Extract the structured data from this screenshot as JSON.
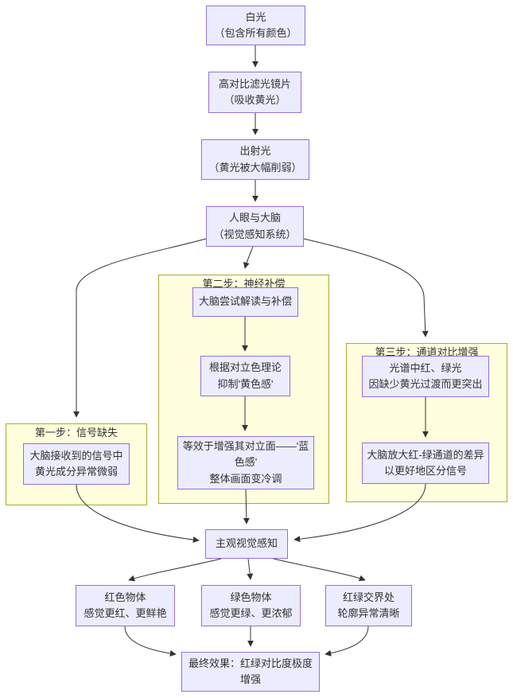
{
  "diagram": {
    "type": "flowchart",
    "direction": "top-down",
    "colors": {
      "node_fill": "#ECECFF",
      "node_border": "#9370DB",
      "cluster_fill": "#FFFFDE",
      "cluster_border": "#AAAA33",
      "edge": "#333333",
      "text": "#333333",
      "background": "#FFFFFF"
    },
    "nodes": {
      "white_light": "白光\n（包含所有颜色）",
      "filter_lens": "高对比滤光镜片\n（吸收黄光）",
      "exit_light": "出射光\n（黄光被大幅削弱）",
      "eye_brain": "人眼与大脑\n（视觉感知系统）",
      "signal_weak": "大脑接收到的信号中\n黄光成分异常微弱",
      "brain_interpret": "大脑尝试解读与补偿",
      "opponent_theory": "根据对立色理论\n抑制'黄色感'",
      "enhance_blue": "等效于增强其对立面——'蓝\n色感'\n整体画面变冷调",
      "red_green_prominent": "光谱中红、绿光\n因缺少黄光过渡而更突出",
      "amplify_channel": "大脑放大红-绿通道的差异\n以更好地区分信号",
      "subjective_perception": "主观视觉感知",
      "red_objects": "红色物体\n感觉更红、更鲜艳",
      "green_objects": "绿色物体\n感觉更绿、更浓郁",
      "boundary_clear": "红绿交界处\n轮廓异常清晰",
      "final_effect": "最终效果：红绿对比度极度\n增强"
    },
    "clusters": {
      "step1": {
        "title": "第一步：信号缺失"
      },
      "step2": {
        "title": "第二步：神经补偿"
      },
      "step3": {
        "title": "第三步：通道对比增强"
      }
    }
  }
}
